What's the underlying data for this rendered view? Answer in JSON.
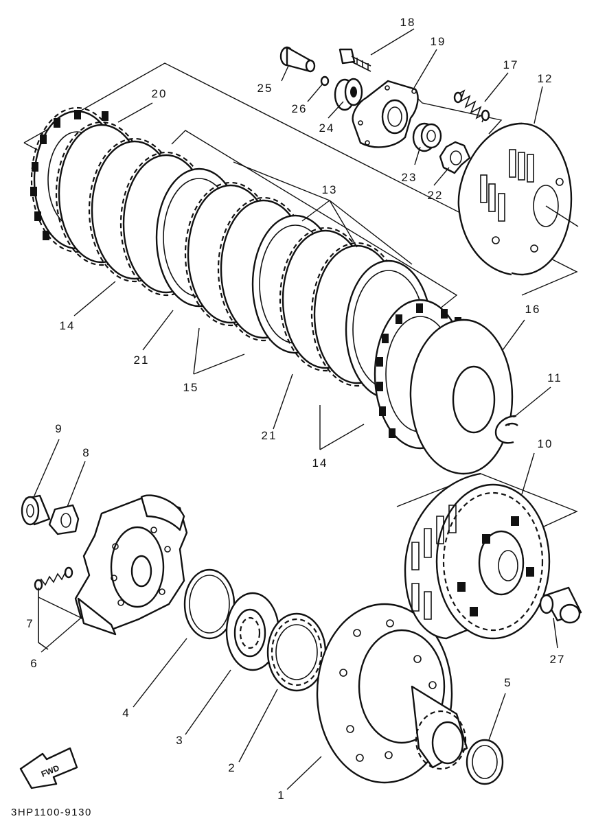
{
  "diagram": {
    "drawing_code": "3HP1100-9130",
    "direction_badge": "FWD",
    "callouts": {
      "p1": "1",
      "p2": "2",
      "p3": "3",
      "p4": "4",
      "p5": "5",
      "p6": "6",
      "p7": "7",
      "p8": "8",
      "p9": "9",
      "p10": "10",
      "p11": "11",
      "p12": "12",
      "p13": "13",
      "p14a": "14",
      "p14b": "14",
      "p15": "15",
      "p16": "16",
      "p17": "17",
      "p18": "18",
      "p19": "19",
      "p20": "20",
      "p21a": "21",
      "p21b": "21",
      "p22": "22",
      "p23": "23",
      "p24": "24",
      "p25": "25",
      "p26": "26",
      "p27": "27"
    }
  }
}
